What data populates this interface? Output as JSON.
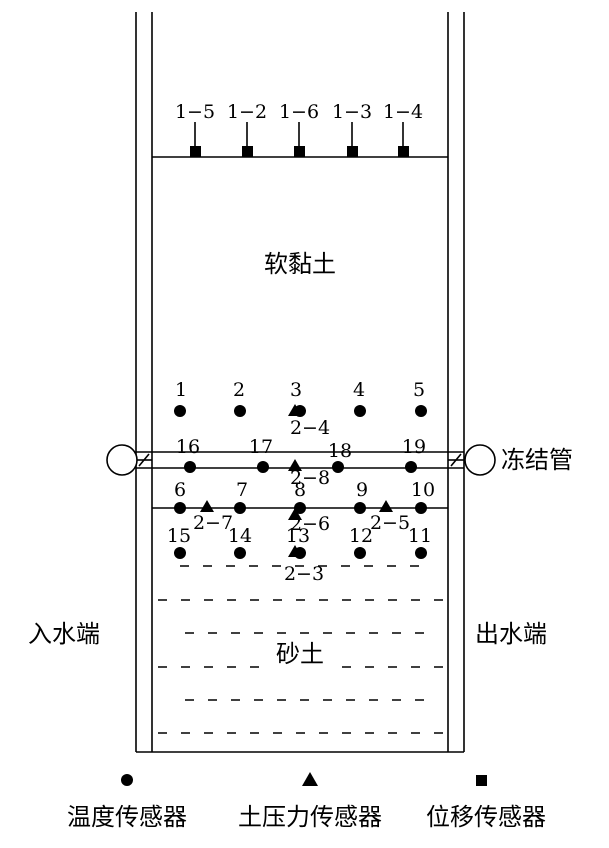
{
  "layers": {
    "upper": "软黏土",
    "lower": "砂土"
  },
  "side_labels": {
    "left": "入水端",
    "right": "出水端",
    "pipe": "冻结管"
  },
  "displacement_sensors": [
    "1−5",
    "1−2",
    "1−6",
    "1−3",
    "1−4"
  ],
  "temperature_sensors": [
    "1",
    "2",
    "3",
    "4",
    "5",
    "16",
    "17",
    "18",
    "19",
    "6",
    "7",
    "8",
    "9",
    "10",
    "15",
    "14",
    "13",
    "12",
    "11"
  ],
  "pressure_sensors": [
    "2−4",
    "2−8",
    "2−7",
    "2−6",
    "2−5",
    "2−3"
  ],
  "legend": {
    "temperature": "温度传感器",
    "pressure": "土压力传感器",
    "displacement": "位移传感器"
  }
}
